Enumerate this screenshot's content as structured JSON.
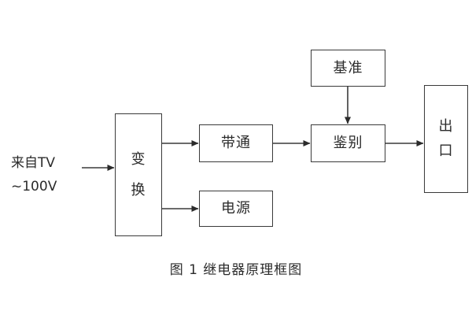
{
  "figure": {
    "caption": "图 1  继电器原理框图",
    "background_color": "#ffffff",
    "line_color": "#3a3a3a",
    "text_color": "#2b2b2b"
  },
  "input": {
    "line1": "来自TV",
    "line2": "~100V"
  },
  "nodes": {
    "bianhuan": {
      "char1": "变",
      "char2": "换"
    },
    "daitong": {
      "label": "带通"
    },
    "dianyuan": {
      "label": "电源"
    },
    "jizhun": {
      "label": "基准"
    },
    "jianbie": {
      "label": "鉴别"
    },
    "chukou": {
      "char1": "出",
      "char2": "口"
    }
  },
  "connections": [
    {
      "name": "input-to-bianhuan",
      "from": "来自TV ~100V",
      "to": "变换",
      "direction": "right"
    },
    {
      "name": "bianhuan-to-daitong",
      "from": "变换",
      "to": "带通",
      "direction": "right"
    },
    {
      "name": "bianhuan-to-dianyuan",
      "from": "变换",
      "to": "电源",
      "direction": "right"
    },
    {
      "name": "daitong-to-jianbie",
      "from": "带通",
      "to": "鉴别",
      "direction": "right"
    },
    {
      "name": "jizhun-to-jianbie",
      "from": "基准",
      "to": "鉴别",
      "direction": "down"
    },
    {
      "name": "jianbie-to-chukou",
      "from": "鉴别",
      "to": "出口",
      "direction": "right"
    }
  ]
}
